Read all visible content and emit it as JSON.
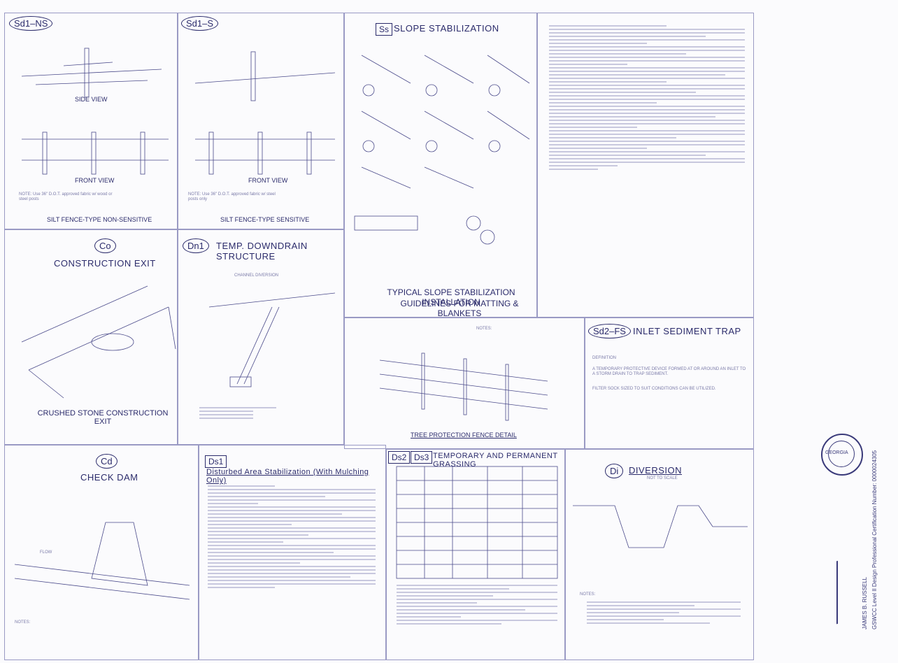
{
  "sheet": {
    "sd1ns": {
      "tag": "Sd1–NS",
      "front_view": "FRONT VIEW",
      "side_view": "SIDE VIEW",
      "note": "NOTE: Use 36\" D.O.T. approved fabric w/ wood or steel posts",
      "caption": "SILT FENCE-TYPE NON-SENSITIVE"
    },
    "sd1s": {
      "tag": "Sd1–S",
      "front_view": "FRONT VIEW",
      "note": "NOTE: Use 36\" D.O.T. approved fabric w/ steel posts only",
      "caption": "SILT FENCE-TYPE SENSITIVE"
    },
    "ss": {
      "tag": "Ss",
      "title": "SLOPE STABILIZATION",
      "caption_line1": "TYPICAL SLOPE STABILIZATION INSTALLATION",
      "caption_line2": "GUIDELINES FOR MATTING & BLANKETS"
    },
    "co": {
      "tag": "Co",
      "title": "CONSTRUCTION EXIT",
      "caption": "CRUSHED STONE CONSTRUCTION EXIT"
    },
    "dn1": {
      "tag": "Dn1",
      "title": "TEMP. DOWNDRAIN STRUCTURE",
      "label": "CHANNEL DIVERSION"
    },
    "tree": {
      "caption": "TREE PROTECTION FENCE DETAIL",
      "note_title": "NOTES:"
    },
    "sd2fs": {
      "tag": "Sd2–FS",
      "title": "INLET SEDIMENT TRAP",
      "def_label": "DEFINITION",
      "definition": "A TEMPORARY PROTECTIVE DEVICE FORMED AT OR AROUND AN INLET TO A STORM DRAIN TO TRAP SEDIMENT.",
      "filter": "FILTER SOCK SIZED TO SUIT CONDITIONS CAN BE UTILIZED."
    },
    "cd": {
      "tag": "Cd",
      "title": "CHECK DAM",
      "flow": "FLOW",
      "notes": "NOTES:"
    },
    "ds1": {
      "tag": "Ds1",
      "title": "Disturbed Area Stabilization (With Mulching Only)"
    },
    "ds23": {
      "tag1": "Ds2",
      "tag2": "Ds3",
      "title": "TEMPORARY AND PERMANENT GRASSING"
    },
    "di": {
      "tag": "Di",
      "title": "DIVERSION",
      "subtitle": "NOT TO SCALE",
      "notes": "NOTES:"
    },
    "seal": {
      "text": "GEORGIA"
    },
    "signature": {
      "name": "JAMES B. RUSSELL",
      "cert": "GSWCC Level II Design Professional Certification Number: 0000024305"
    }
  }
}
